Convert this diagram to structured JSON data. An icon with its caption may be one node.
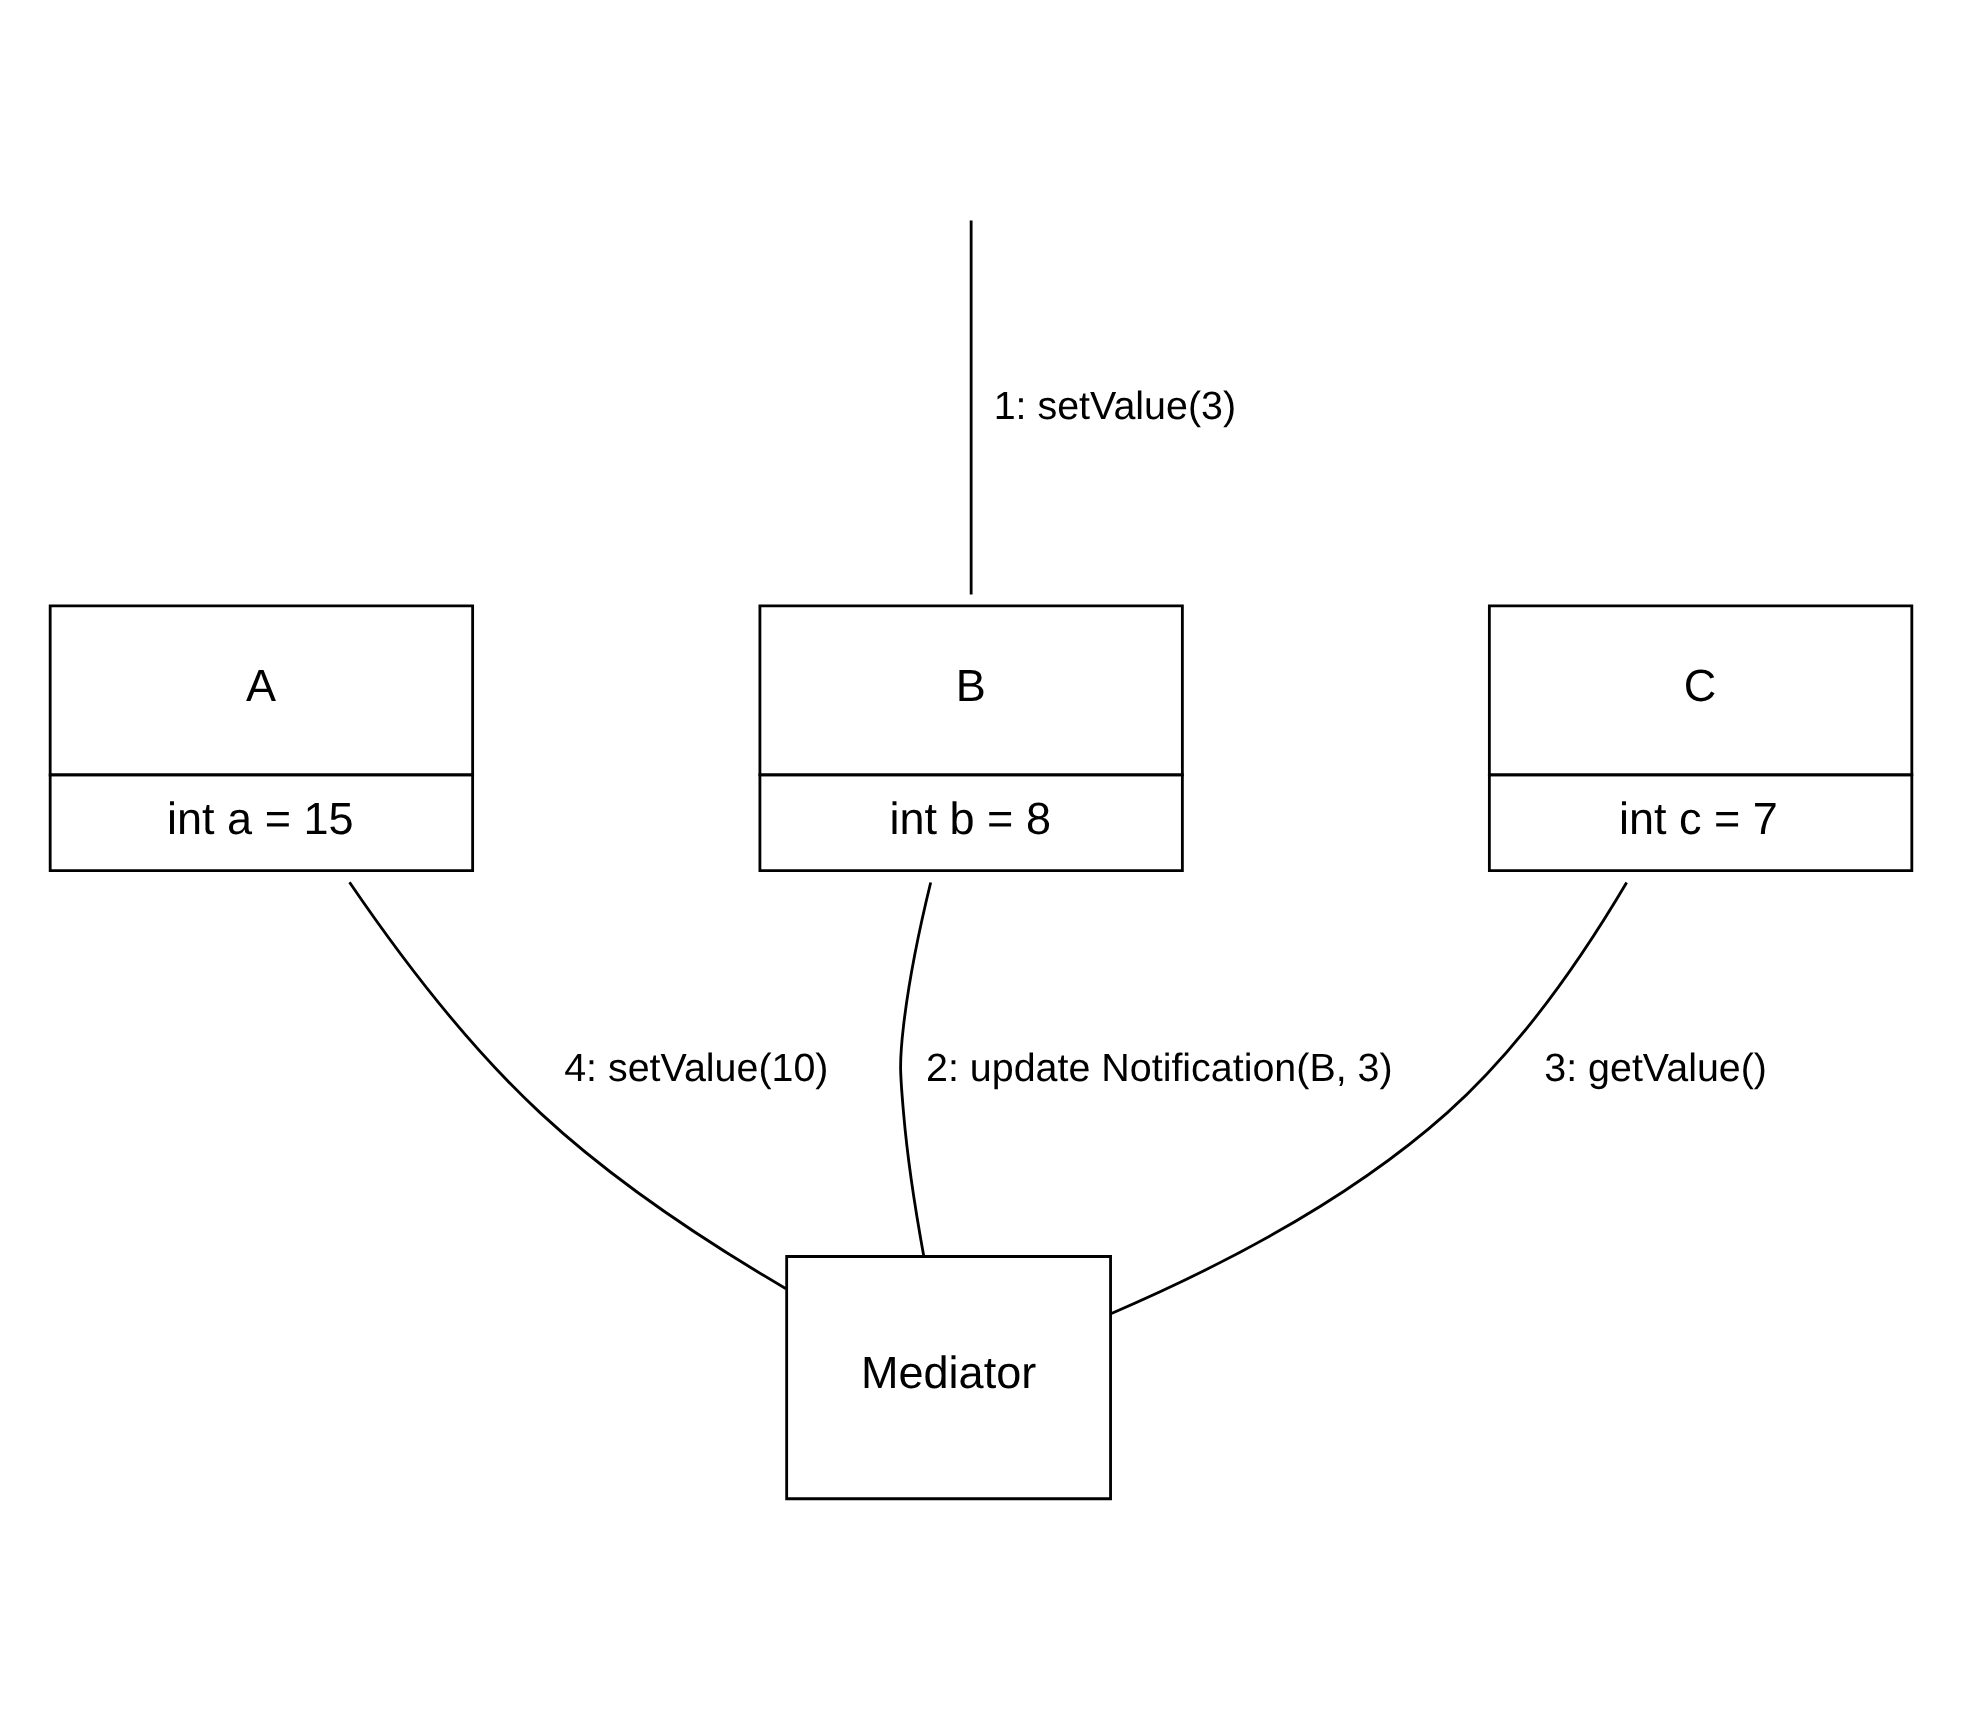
{
  "diagram": {
    "nodes": [
      {
        "text": [
          "A",
          "int a = 15"
        ]
      },
      {
        "text": [
          "B",
          "int b = 8"
        ]
      },
      {
        "text": [
          "C",
          "int c = 7"
        ]
      },
      {
        "text": [
          "Mediator"
        ]
      }
    ],
    "edges": [
      {
        "from": null,
        "to": 1,
        "arrow": "none",
        "label": "1: setValue(3)"
      },
      {
        "from": 1,
        "to": 3,
        "arrow": "none",
        "label": "2: update Notification(B, 3)"
      },
      {
        "from": 3,
        "to": 2,
        "arrow": "none",
        "label": "3: getValue()"
      },
      {
        "from": 3,
        "to": 0,
        "arrow": "none",
        "label": "4: setValue(10)"
      }
    ]
  }
}
